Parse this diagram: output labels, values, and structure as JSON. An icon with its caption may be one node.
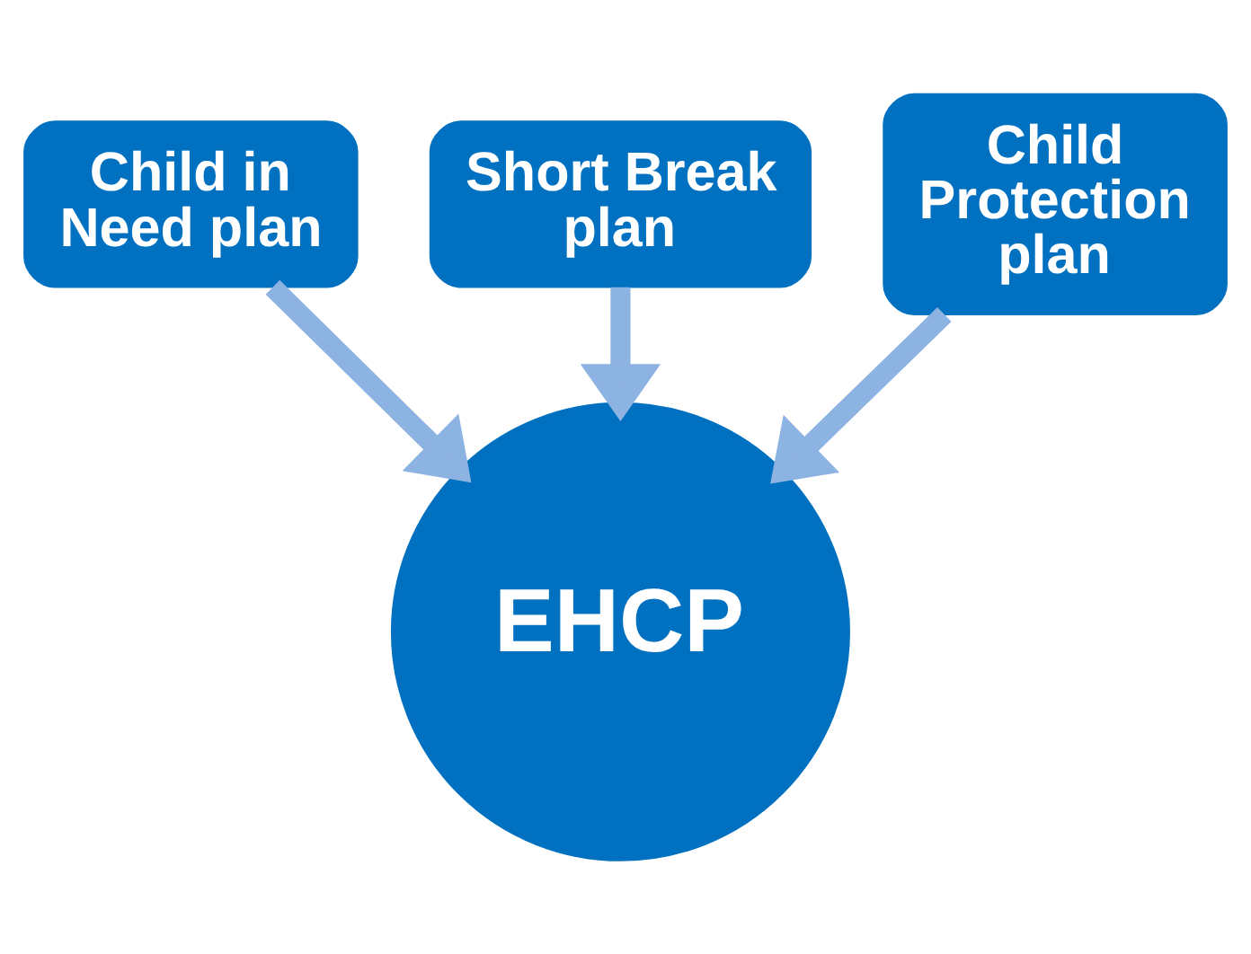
{
  "diagram": {
    "nodes": [
      {
        "text": [
          "Child in Need plan"
        ]
      },
      {
        "text": [
          "Short Break plan"
        ]
      },
      {
        "text": [
          "Child Protection plan"
        ]
      },
      {
        "text": [
          "EHCP"
        ]
      }
    ],
    "edges": [
      {
        "from": 0,
        "to": 3,
        "arrow": "to"
      },
      {
        "from": 1,
        "to": 3,
        "arrow": "to"
      },
      {
        "from": 2,
        "to": 3,
        "arrow": "to"
      }
    ]
  }
}
